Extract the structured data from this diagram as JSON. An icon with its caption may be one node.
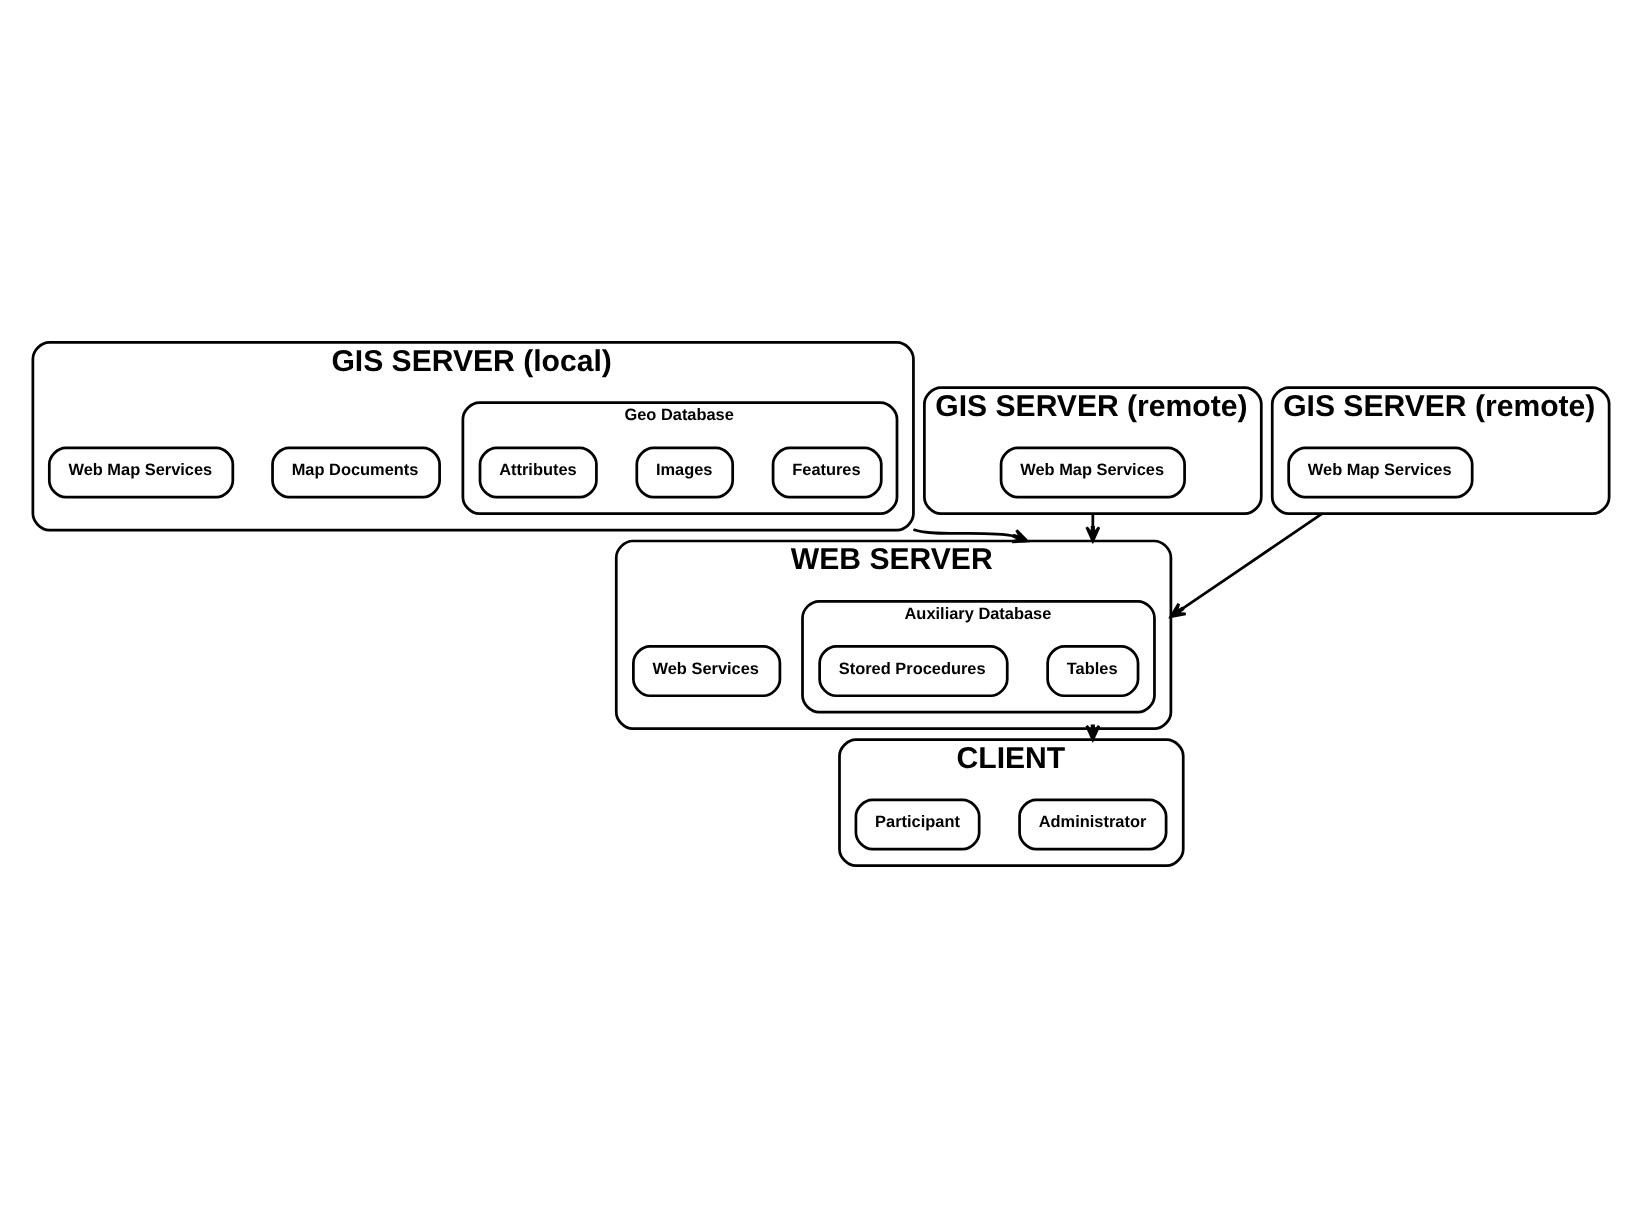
{
  "diagram": {
    "nodes": [
      {
        "text": [
          "GIS SERVER (local)"
        ]
      },
      {
        "text": [
          "Geo Database"
        ],
        "in": 0
      },
      {
        "text": [
          "Features"
        ],
        "in": 1
      },
      {
        "text": [
          "Images"
        ],
        "in": 1
      },
      {
        "text": [
          "Attributes"
        ],
        "in": 1
      },
      {
        "text": [
          "Map Documents"
        ],
        "in": 0
      },
      {
        "text": [
          "Web Map Services"
        ],
        "in": 0
      },
      {
        "text": [
          "GIS SERVER (remote)"
        ]
      },
      {
        "text": [
          "Web Map Services"
        ],
        "in": 7
      },
      {
        "text": [
          "GIS SERVER (remote)"
        ]
      },
      {
        "text": [
          "Web Map Services"
        ],
        "in": 9
      },
      {
        "text": [
          "WEB SERVER"
        ]
      },
      {
        "text": [
          "Auxiliary Database"
        ],
        "in": 11
      },
      {
        "text": [
          "Tables"
        ],
        "in": 12
      },
      {
        "text": [
          "Stored Procedures"
        ],
        "in": 12
      },
      {
        "text": [
          "Web Services"
        ],
        "in": 11
      },
      {
        "text": [
          "CLIENT"
        ]
      },
      {
        "text": [
          "Administrator"
        ],
        "in": 16
      },
      {
        "text": [
          "Participant"
        ],
        "in": 16
      }
    ],
    "edges": [
      {
        "from": 0,
        "to": 11,
        "arrow": "to"
      },
      {
        "from": 7,
        "to": 11,
        "arrow": "to"
      },
      {
        "from": 9,
        "to": 11,
        "arrow": "to"
      },
      {
        "from": 11,
        "to": 16,
        "arrow": "to"
      }
    ]
  }
}
